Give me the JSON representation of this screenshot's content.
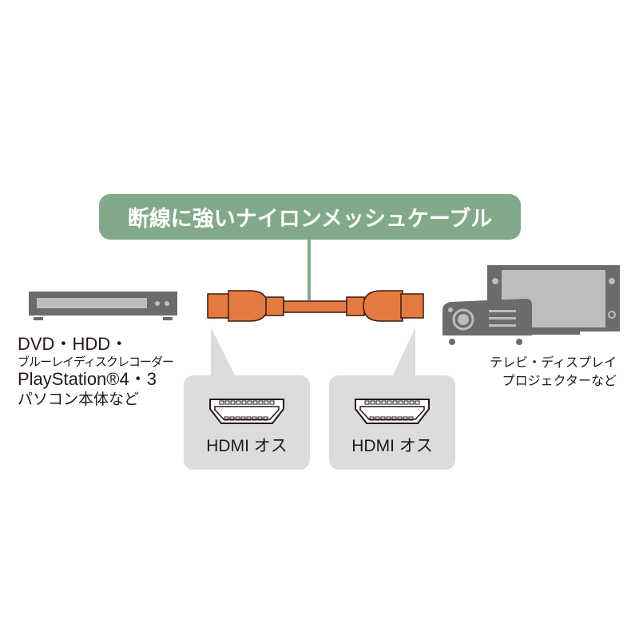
{
  "banner": {
    "title": "断線に強いナイロンメッシュケーブル",
    "color": "#82a98a"
  },
  "left_device": {
    "icon": "dvd-recorder-icon",
    "lines": [
      "DVD・HDD・",
      "ブルーレイディスクレコーダー",
      "PlayStation®4・3",
      "パソコン本体など"
    ]
  },
  "right_device": {
    "icon": "tv-projector-icon",
    "lines": [
      "テレビ・ディスプレイ",
      "プロジェクターなど"
    ]
  },
  "cable": {
    "icon": "hdmi-cable-icon",
    "color": "#e57a40"
  },
  "connectors": [
    {
      "label": "HDMI オス",
      "icon": "hdmi-male-icon"
    },
    {
      "label": "HDMI オス",
      "icon": "hdmi-male-icon"
    }
  ]
}
